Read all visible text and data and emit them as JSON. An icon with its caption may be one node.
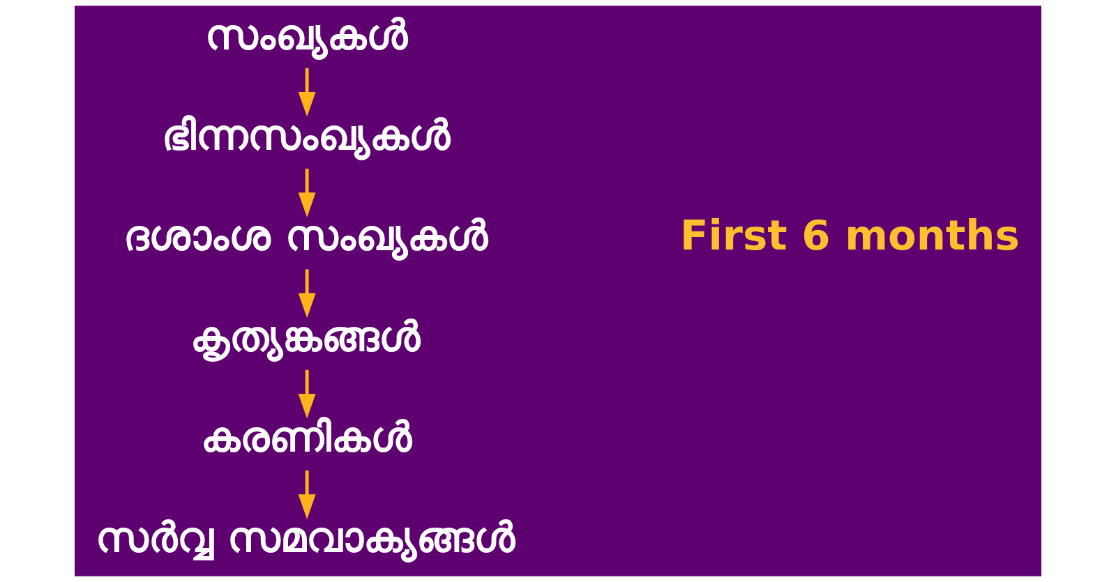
{
  "diagram": {
    "nodes": [
      {
        "text": [
          "സംഖ്യകൾ"
        ]
      },
      {
        "text": [
          "ഭിന്നസംഖ്യകൾ"
        ]
      },
      {
        "text": [
          "ദശാംശ സംഖ്യകൾ"
        ]
      },
      {
        "text": [
          "കൃത്യങ്കങ്ങൾ"
        ]
      },
      {
        "text": [
          "കരണികൾ"
        ]
      },
      {
        "text": [
          "സർവ്വ സമവാക്യങ്ങൾ"
        ]
      }
    ],
    "edges": [
      {
        "from": 0,
        "to": 1,
        "arrow": "to"
      },
      {
        "from": 1,
        "to": 2,
        "arrow": "to"
      },
      {
        "from": 2,
        "to": 3,
        "arrow": "to"
      },
      {
        "from": 3,
        "to": 4,
        "arrow": "to"
      },
      {
        "from": 4,
        "to": 5,
        "arrow": "to"
      }
    ],
    "labels": [
      "First 6 months"
    ]
  }
}
